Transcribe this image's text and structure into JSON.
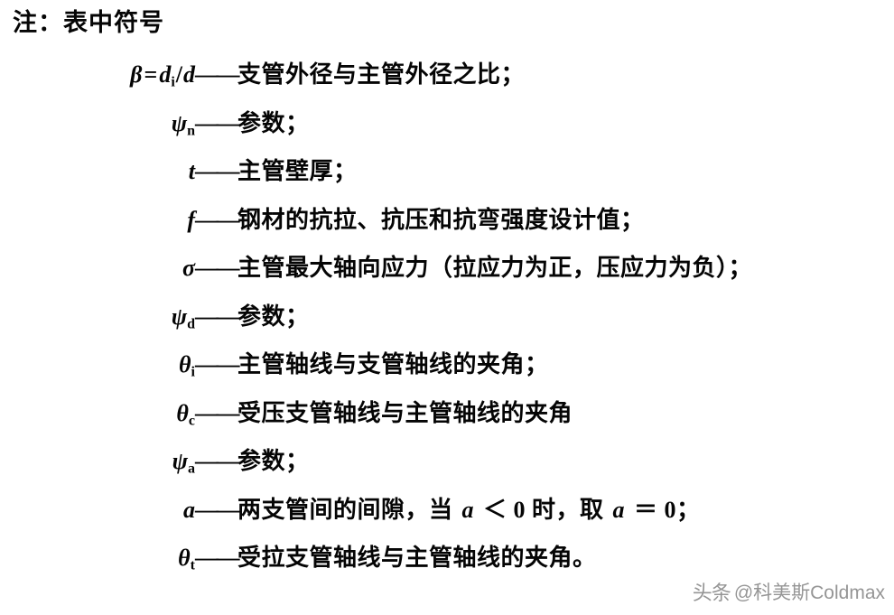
{
  "document": {
    "note_heading": "注：表中符号",
    "background_color": "#ffffff",
    "text_color": "#050505"
  },
  "definitions": [
    {
      "symbol_plain": "β = d i / d",
      "symbol_base": "β",
      "operator": "=",
      "var": "d",
      "subscript": "i",
      "slash": "/",
      "var2": "d",
      "dash": "——",
      "description": "支管外径与主管外径之比；"
    },
    {
      "symbol_plain": "ψ n",
      "symbol_base": "ψ",
      "subscript": "n",
      "dash": "——",
      "description": "参数；"
    },
    {
      "symbol_plain": "t",
      "symbol_base": "t",
      "subscript": "",
      "dash": "——",
      "description": "主管壁厚；"
    },
    {
      "symbol_plain": "f",
      "symbol_base": "f",
      "subscript": "",
      "dash": "——",
      "description": "钢材的抗拉、抗压和抗弯强度设计值；"
    },
    {
      "symbol_plain": "σ",
      "symbol_base": "σ",
      "subscript": "",
      "dash": "——",
      "description": "主管最大轴向应力（拉应力为正，压应力为负）；"
    },
    {
      "symbol_plain": "ψ d",
      "symbol_base": "ψ",
      "subscript": "d",
      "dash": "——",
      "description": "参数；"
    },
    {
      "symbol_plain": "θ i",
      "symbol_base": "θ",
      "subscript": "i",
      "dash": "——",
      "description": "主管轴线与支管轴线的夹角；"
    },
    {
      "symbol_plain": "θ c",
      "symbol_base": "θ",
      "subscript": "c",
      "dash": "——",
      "description": "受压支管轴线与主管轴线的夹角"
    },
    {
      "symbol_plain": "ψ a",
      "symbol_base": "ψ",
      "subscript": "a",
      "dash": "——",
      "description": "参数；"
    },
    {
      "symbol_plain": "a",
      "symbol_base": "a",
      "subscript": "",
      "dash": "——",
      "description_pre": "两支管间的间隙，当 ",
      "description_var1": "a",
      "description_mid": " ＜ 0 时，取 ",
      "description_var2": "a",
      "description_post": " ＝ 0；",
      "description": "两支管间的间隙，当 a ＜ 0 时，取 a ＝ 0；"
    },
    {
      "symbol_plain": "θ t",
      "symbol_base": "θ",
      "subscript": "t",
      "dash": "——",
      "description": "受拉支管轴线与主管轴线的夹角。"
    }
  ],
  "watermark": {
    "logo_text": "头条",
    "handle": "@科美斯Coldmax",
    "color": "#8d8d8d"
  }
}
